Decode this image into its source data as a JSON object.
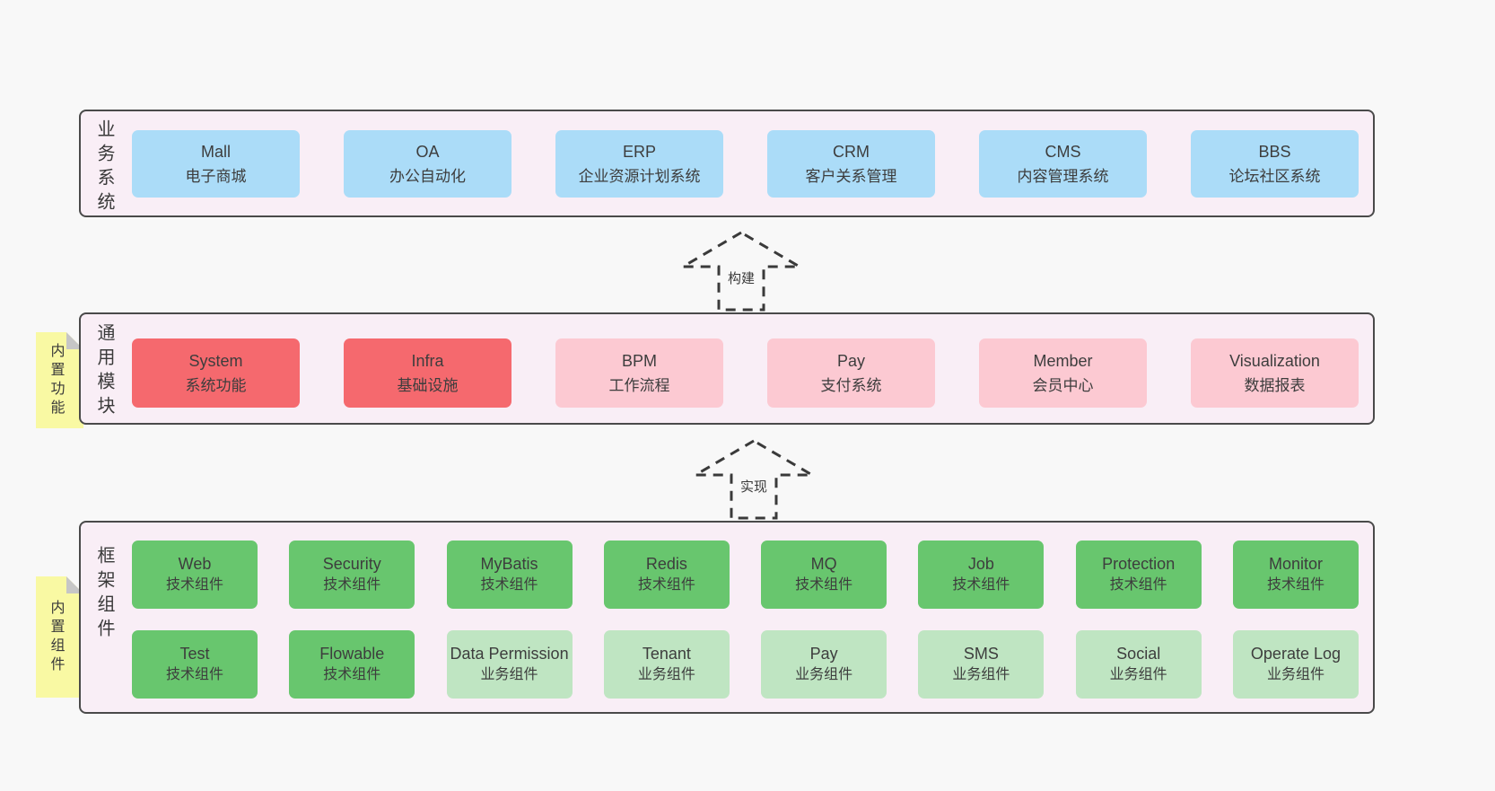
{
  "colors": {
    "page_bg": "#f8f8f8",
    "panel_bg": "#f9eef6",
    "panel_border": "#4a4a4a",
    "blue_box": "#abdcf8",
    "red_box": "#f5696e",
    "pink_box": "#fcc9d2",
    "green_box": "#68c66e",
    "light_green_box": "#bfe5c2",
    "note_bg": "#f9f9a3",
    "note_fold": "#c6c6c6",
    "text": "#3d3d3d",
    "arrow_stroke": "#3a3a3a"
  },
  "arrows": {
    "build": {
      "label": "构建"
    },
    "implement": {
      "label": "实现"
    }
  },
  "layers": {
    "business": {
      "label": "业务系统",
      "boxes": [
        {
          "title": "Mall",
          "subtitle": "电子商城"
        },
        {
          "title": "OA",
          "subtitle": "办公自动化"
        },
        {
          "title": "ERP",
          "subtitle": "企业资源计划系统"
        },
        {
          "title": "CRM",
          "subtitle": "客户关系管理"
        },
        {
          "title": "CMS",
          "subtitle": "内容管理系统"
        },
        {
          "title": "BBS",
          "subtitle": "论坛社区系统"
        }
      ]
    },
    "modules": {
      "label": "通用模块",
      "note": "内置功能",
      "boxes": [
        {
          "title": "System",
          "subtitle": "系统功能",
          "variant": "red"
        },
        {
          "title": "Infra",
          "subtitle": "基础设施",
          "variant": "red"
        },
        {
          "title": "BPM",
          "subtitle": "工作流程",
          "variant": "pink"
        },
        {
          "title": "Pay",
          "subtitle": "支付系统",
          "variant": "pink"
        },
        {
          "title": "Member",
          "subtitle": "会员中心",
          "variant": "pink"
        },
        {
          "title": "Visualization",
          "subtitle": "数据报表",
          "variant": "pink"
        }
      ]
    },
    "framework": {
      "label": "框架组件",
      "note": "内置组件",
      "row1": [
        {
          "title": "Web",
          "subtitle": "技术组件",
          "variant": "green"
        },
        {
          "title": "Security",
          "subtitle": "技术组件",
          "variant": "green"
        },
        {
          "title": "MyBatis",
          "subtitle": "技术组件",
          "variant": "green"
        },
        {
          "title": "Redis",
          "subtitle": "技术组件",
          "variant": "green"
        },
        {
          "title": "MQ",
          "subtitle": "技术组件",
          "variant": "green"
        },
        {
          "title": "Job",
          "subtitle": "技术组件",
          "variant": "green"
        },
        {
          "title": "Protection",
          "subtitle": "技术组件",
          "variant": "green"
        },
        {
          "title": "Monitor",
          "subtitle": "技术组件",
          "variant": "green"
        }
      ],
      "row2": [
        {
          "title": "Test",
          "subtitle": "技术组件",
          "variant": "green"
        },
        {
          "title": "Flowable",
          "subtitle": "技术组件",
          "variant": "green"
        },
        {
          "title": "Data Permission",
          "subtitle": "业务组件",
          "variant": "light-green"
        },
        {
          "title": "Tenant",
          "subtitle": "业务组件",
          "variant": "light-green"
        },
        {
          "title": "Pay",
          "subtitle": "业务组件",
          "variant": "light-green"
        },
        {
          "title": "SMS",
          "subtitle": "业务组件",
          "variant": "light-green"
        },
        {
          "title": "Social",
          "subtitle": "业务组件",
          "variant": "light-green"
        },
        {
          "title": "Operate Log",
          "subtitle": "业务组件",
          "variant": "light-green"
        }
      ]
    }
  }
}
